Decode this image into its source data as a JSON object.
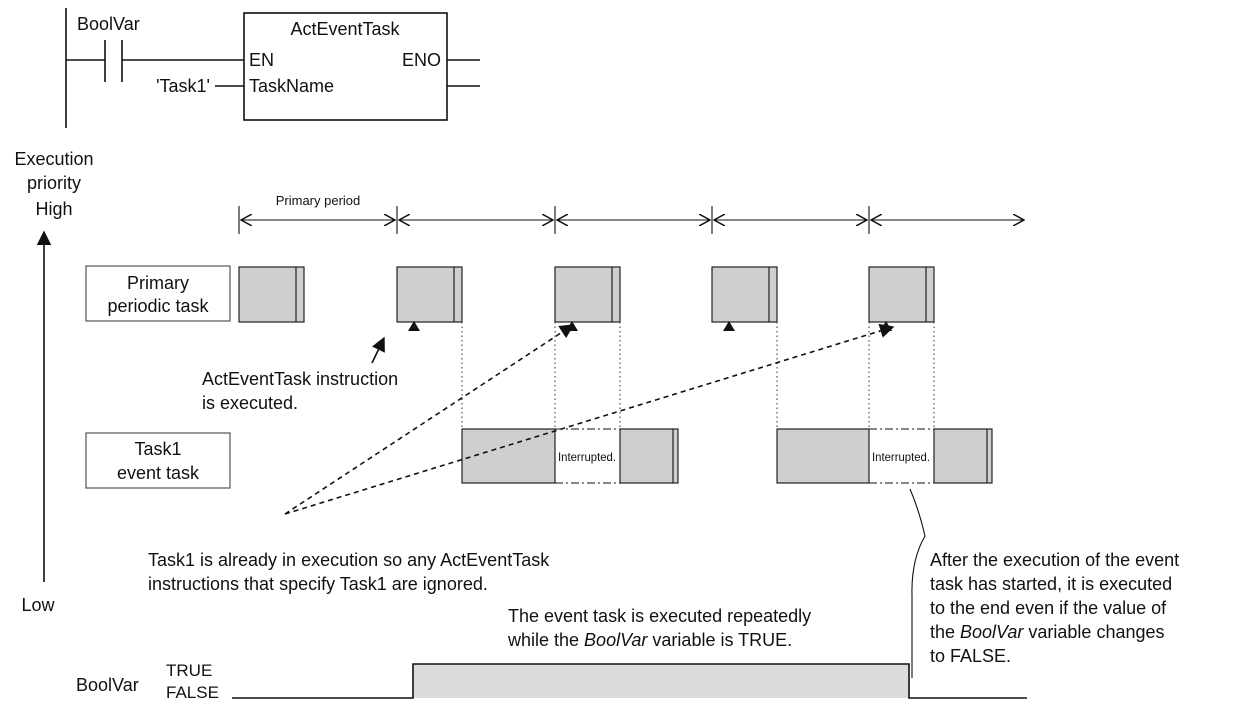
{
  "ladder": {
    "contact_label": "BoolVar",
    "block_title": "ActEventTask",
    "pin_en": "EN",
    "pin_eno": "ENO",
    "pin_taskname": "TaskName",
    "taskname_value": "'Task1'"
  },
  "axis": {
    "title_line1": "Execution",
    "title_line2": "priority",
    "high": "High",
    "low": "Low"
  },
  "period_label": "Primary period",
  "tasks": {
    "primary_line1": "Primary",
    "primary_line2": "periodic task",
    "event_line1": "Task1",
    "event_line2": "event task"
  },
  "interrupted": "Interrupted.",
  "notes": {
    "executed_line1": "ActEventTask instruction",
    "executed_line2": "is executed.",
    "ignored_line1": "Task1 is already in execution so any ActEventTask",
    "ignored_line2": "instructions that specify Task1 are ignored.",
    "repeat_line1": "The event task is executed repeatedly",
    "repeat_line2_pre": "while the ",
    "repeat_line2_var": "BoolVar",
    "repeat_line2_post": " variable is TRUE.",
    "end_line1": "After the execution of the event",
    "end_line2": "task has started, it is executed",
    "end_line3": "to the end even if the value of",
    "end_line4_pre": "the ",
    "end_line4_var": "BoolVar",
    "end_line4_post": " variable changes",
    "end_line5": "to FALSE."
  },
  "signal": {
    "name": "BoolVar",
    "true_label": "TRUE",
    "false_label": "FALSE"
  }
}
